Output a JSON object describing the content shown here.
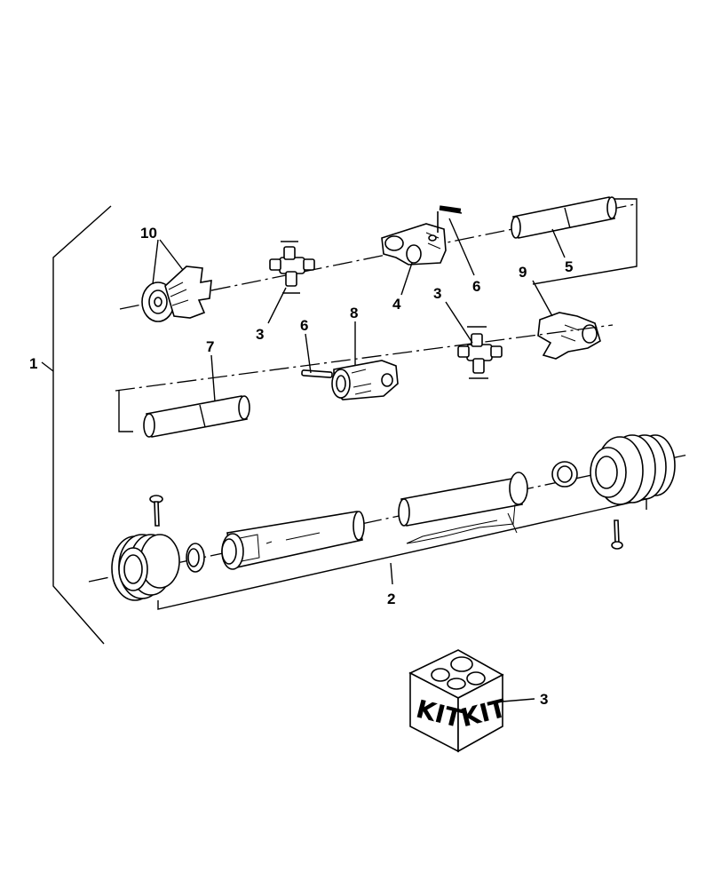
{
  "diagram": {
    "callouts": {
      "c1": "1",
      "c2": "2",
      "c3a": "3",
      "c3b": "3",
      "c3c": "3",
      "c4": "4",
      "c5": "5",
      "c6a": "6",
      "c6b": "6",
      "c7": "7",
      "c8": "8",
      "c9": "9",
      "c10": "10"
    },
    "kit": {
      "left": "KIT",
      "right": "KIT"
    }
  }
}
